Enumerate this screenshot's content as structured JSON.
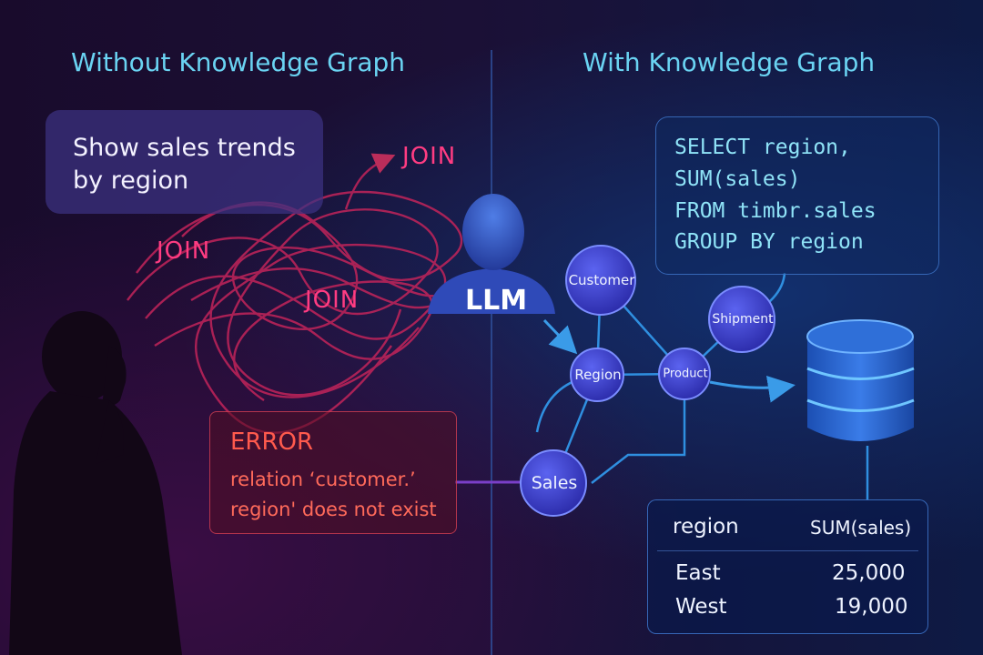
{
  "titles": {
    "left": "Without Knowledge Graph",
    "right": "With Knowledge Graph"
  },
  "prompt": {
    "text": "Show sales trends\nby region"
  },
  "joins": [
    "JOIN",
    "JOIN",
    "JOIN"
  ],
  "llm": {
    "label": "LLM"
  },
  "error": {
    "title": "ERROR",
    "message": "relation ‘customer.’ region' does not exist"
  },
  "sql": {
    "lines": [
      "SELECT region,",
      "SUM(sales)",
      "FROM timbr.sales",
      "GROUP BY region"
    ]
  },
  "graph": {
    "nodes": [
      {
        "id": "customer",
        "label": "Customer"
      },
      {
        "id": "shipment",
        "label": "Shipment"
      },
      {
        "id": "region",
        "label": "Region"
      },
      {
        "id": "product",
        "label": "Product"
      },
      {
        "id": "sales",
        "label": "Sales"
      }
    ]
  },
  "result": {
    "columns": [
      "region",
      "SUM(sales)"
    ],
    "rows": [
      [
        "East",
        "25,000"
      ],
      [
        "West",
        "19,000"
      ]
    ]
  },
  "colors": {
    "title": "#6ad3f2",
    "join": "#ff3c82",
    "error": "#ff5a4d",
    "sql": "#8fe3f7",
    "node": "#3438c8",
    "edge": "#2f8fe0"
  }
}
